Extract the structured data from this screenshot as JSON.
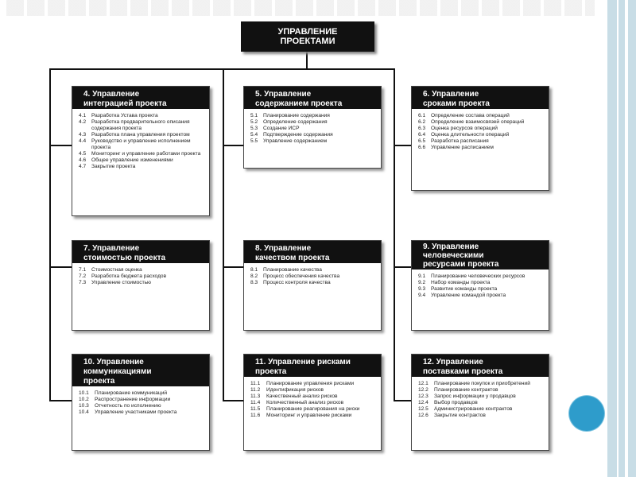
{
  "title": "УПРАВЛЕНИЕ\nПРОЕКТАМИ",
  "accent_color": "#2e9ccb",
  "boxes": [
    {
      "head": "4. Управление\n    интеграцией проекта",
      "items": [
        {
          "num": "4.1",
          "text": "Разработка Устава проекта"
        },
        {
          "num": "4.2",
          "text": "Разработка предварительного описания содержания проекта"
        },
        {
          "num": "4.3",
          "text": "Разработка плана управления проектом"
        },
        {
          "num": "4.4",
          "text": "Руководство и управление исполнением проекта"
        },
        {
          "num": "4.5",
          "text": "Мониторинг и управление работами проекта"
        },
        {
          "num": "4.6",
          "text": "Общее управление изменениями"
        },
        {
          "num": "4.7",
          "text": "Закрытие проекта"
        }
      ]
    },
    {
      "head": "5. Управление\n    содержанием проекта",
      "items": [
        {
          "num": "5.1",
          "text": "Планирование содержания"
        },
        {
          "num": "5.2",
          "text": "Определение содержания"
        },
        {
          "num": "5.3",
          "text": "Создание ИСР"
        },
        {
          "num": "5.4",
          "text": "Подтверждение содержания"
        },
        {
          "num": "5.5",
          "text": "Управление содержанием"
        }
      ]
    },
    {
      "head": "6. Управление\n    сроками проекта",
      "items": [
        {
          "num": "6.1",
          "text": "Определение состава операций"
        },
        {
          "num": "6.2",
          "text": "Определение взаимосвязей операций"
        },
        {
          "num": "6.3",
          "text": "Оценка ресурсов операций"
        },
        {
          "num": "6.4",
          "text": "Оценка длительности операций"
        },
        {
          "num": "6.5",
          "text": "Разработка расписания"
        },
        {
          "num": "6.6",
          "text": "Управление расписанием"
        }
      ]
    },
    {
      "head": "7. Управление\n    стоимостью проекта",
      "items": [
        {
          "num": "7.1",
          "text": "Стоимостная оценка"
        },
        {
          "num": "7.2",
          "text": "Разработка бюджета расходов"
        },
        {
          "num": "7.3",
          "text": "Управление стоимостью"
        }
      ]
    },
    {
      "head": "8. Управление\n    качеством проекта",
      "items": [
        {
          "num": "8.1",
          "text": "Планирование качества"
        },
        {
          "num": "8.2",
          "text": "Процесс обеспечения качества"
        },
        {
          "num": "8.3",
          "text": "Процесс контроля качества"
        }
      ]
    },
    {
      "head": "9. Управление\n    человеческими\n    ресурсами проекта",
      "items": [
        {
          "num": "9.1",
          "text": "Планирование человеческих ресурсов"
        },
        {
          "num": "9.2",
          "text": "Набор команды проекта"
        },
        {
          "num": "9.3",
          "text": "Развитие команды проекта"
        },
        {
          "num": "9.4",
          "text": "Управление командой проекта"
        }
      ]
    },
    {
      "head": "10. Управление\n    коммуникациями\n    проекта",
      "items": [
        {
          "num": "10.1",
          "text": "Планирование коммуникаций"
        },
        {
          "num": "10.2",
          "text": "Распространение информации"
        },
        {
          "num": "10.3",
          "text": "Отчетность по исполнению"
        },
        {
          "num": "10.4",
          "text": "Управление участниками проекта"
        }
      ]
    },
    {
      "head": "11. Управление рисками\n    проекта",
      "items": [
        {
          "num": "11.1",
          "text": "Планирование управления рисками"
        },
        {
          "num": "11.2",
          "text": "Идентификация рисков"
        },
        {
          "num": "11.3",
          "text": "Качественный анализ рисков"
        },
        {
          "num": "11.4",
          "text": "Количественный анализ рисков"
        },
        {
          "num": "11.5",
          "text": "Планирование реагирования на риски"
        },
        {
          "num": "11.6",
          "text": "Мониторинг и управление рисками"
        }
      ]
    },
    {
      "head": "12. Управление\n    поставками проекта",
      "items": [
        {
          "num": "12.1",
          "text": "Планирование покупок и приобретений"
        },
        {
          "num": "12.2",
          "text": "Планирование контрактов"
        },
        {
          "num": "12.3",
          "text": "Запрос информации у продавцов"
        },
        {
          "num": "12.4",
          "text": "Выбор продавцов"
        },
        {
          "num": "12.5",
          "text": "Администрирование контрактов"
        },
        {
          "num": "12.6",
          "text": "Закрытие контрактов"
        }
      ]
    }
  ]
}
